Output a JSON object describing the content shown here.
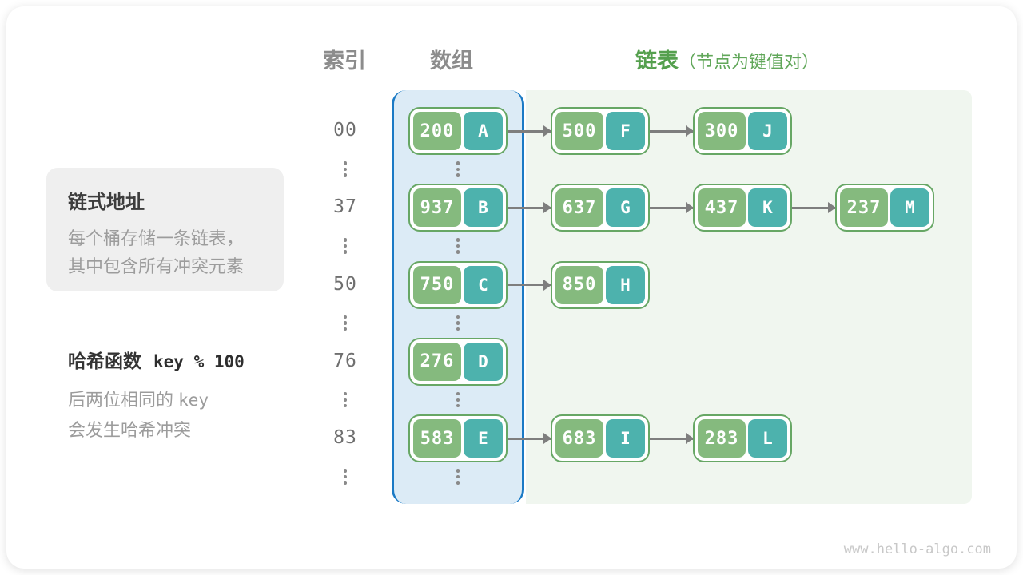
{
  "header": {
    "index_label": "索引",
    "array_label": "数组",
    "list_label": "链表",
    "list_note": "（节点为键值对）"
  },
  "sidebar": {
    "box_title": "链式地址",
    "box_line1": "每个桶存储一条链表，",
    "box_line2": "其中包含所有冲突元素",
    "hash_title": "哈希函数",
    "hash_formula": "key % 100",
    "hash_desc_prefix": "后两位相同的",
    "hash_desc_mono": "key",
    "hash_desc_line2": "会发生哈希冲突"
  },
  "diagram": {
    "rows": [
      {
        "index": "00",
        "nodes": [
          {
            "key": "200",
            "value": "A"
          },
          {
            "key": "500",
            "value": "F"
          },
          {
            "key": "300",
            "value": "J"
          }
        ]
      },
      {
        "index": "37",
        "nodes": [
          {
            "key": "937",
            "value": "B"
          },
          {
            "key": "637",
            "value": "G"
          },
          {
            "key": "437",
            "value": "K"
          },
          {
            "key": "237",
            "value": "M"
          }
        ]
      },
      {
        "index": "50",
        "nodes": [
          {
            "key": "750",
            "value": "C"
          },
          {
            "key": "850",
            "value": "H"
          }
        ]
      },
      {
        "index": "76",
        "nodes": [
          {
            "key": "276",
            "value": "D"
          }
        ]
      },
      {
        "index": "83",
        "nodes": [
          {
            "key": "583",
            "value": "E"
          },
          {
            "key": "683",
            "value": "I"
          },
          {
            "key": "283",
            "value": "L"
          }
        ]
      }
    ]
  },
  "colors": {
    "array_panel_bg": "#dcebf6",
    "array_panel_border": "#1b7ac5",
    "list_panel_bg": "#f0f6ef",
    "node_border": "#67a765",
    "node_key_bg": "#85ba7e",
    "node_value_bg": "#4db2ad",
    "arrow": "#7e7e7e",
    "header_gray": "#8c8c8c",
    "header_green": "#55a04e",
    "text_dark": "#3d3d3d",
    "text_gray": "#9c9c9c",
    "note_box_bg": "#efefef"
  },
  "footer": {
    "watermark": "www.hello-algo.com"
  }
}
